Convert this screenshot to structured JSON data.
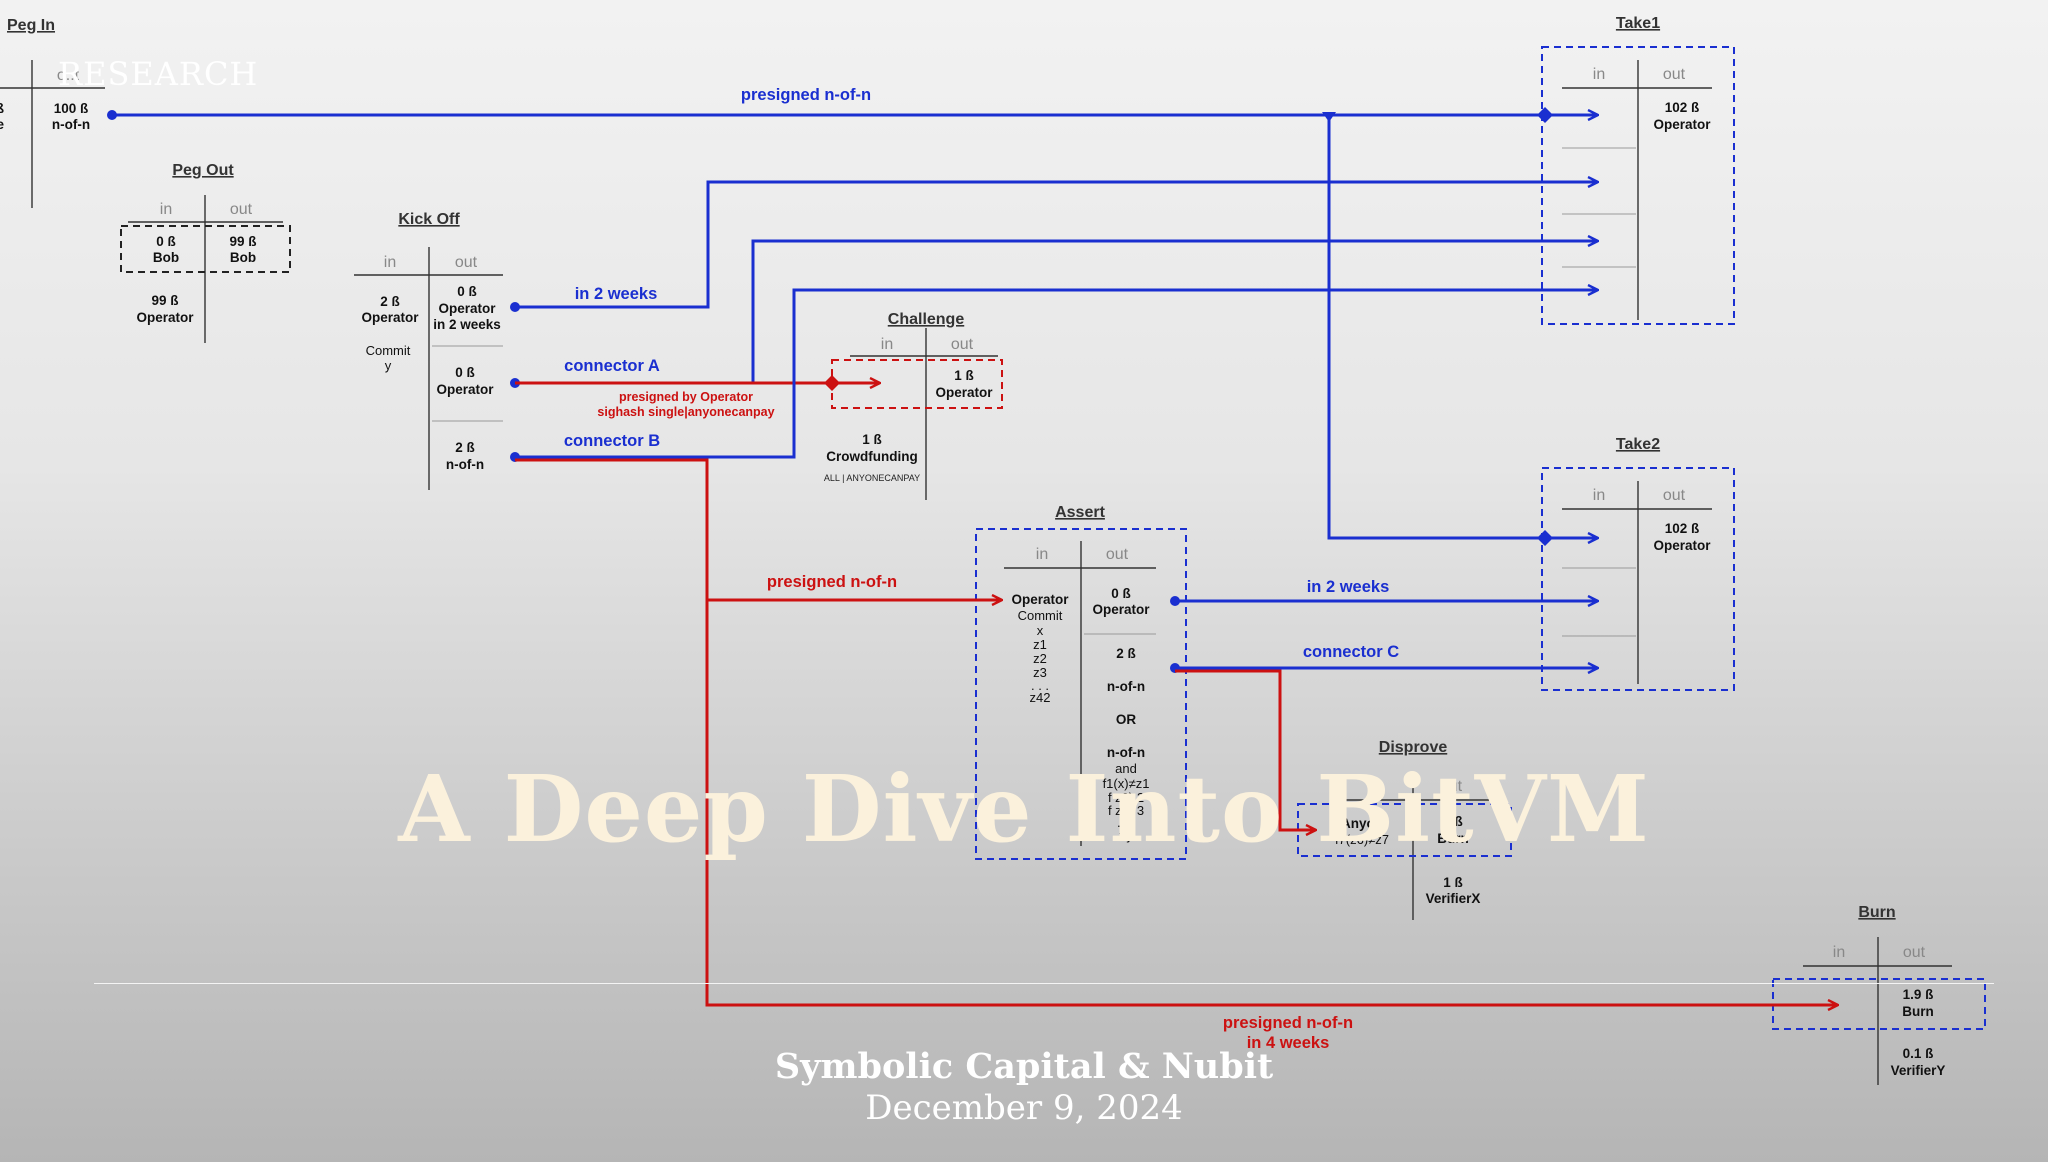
{
  "brand": "RESEARCH",
  "title": "A Deep Dive Into BitVM",
  "authors": "Symbolic Capital & Nubit",
  "date": "December 9, 2024",
  "colors": {
    "blue": "#1a2fd0",
    "red": "#cc1111",
    "title": "#fbf1dc"
  },
  "col_in": "in",
  "col_out": "out",
  "tx": {
    "pegin": {
      "title": "Peg In",
      "in_left1": "ß",
      "in_left2": "e",
      "out_value": "100 ß",
      "out_owner": "n-of-n",
      "out_hdr_partial": "o..t"
    },
    "pegout": {
      "title": "Peg Out",
      "in1_value": "0 ß",
      "in1_owner": "Bob",
      "out1_value": "99 ß",
      "out1_owner": "Bob",
      "in2_value": "99 ß",
      "in2_owner": "Operator"
    },
    "kickoff": {
      "title": "Kick Off",
      "in_value": "2 ß",
      "in_owner": "Operator",
      "commit": "Commit",
      "commit_var": "y",
      "out1_value": "0 ß",
      "out1_owner": "Operator",
      "out1_note": "in 2 weeks",
      "out2_value": "0 ß",
      "out2_owner": "Operator",
      "out3_value": "2 ß",
      "out3_owner": "n-of-n"
    },
    "challenge": {
      "title": "Challenge",
      "out_value": "1 ß",
      "out_owner": "Operator",
      "in2_value": "1 ß",
      "in2_owner": "Crowdfunding",
      "in2_note": "ALL | ANYONECANPAY"
    },
    "assert": {
      "title": "Assert",
      "in_owner": "Operator",
      "commit": "Commit",
      "commit_vars": [
        "x",
        "z1",
        "z2",
        "z3",
        ". . .",
        "z42"
      ],
      "out1_value": "0 ß",
      "out1_owner": "Operator",
      "out2_value": "2 ß",
      "out2_lines": [
        "n-of-n",
        "OR",
        "n-of-n"
      ],
      "out2_and": "and",
      "out2_conds": [
        "f1(x)≠z1",
        "f  z2)  2",
        "f  z2)  3",
        ". . .",
        "f      y"
      ]
    },
    "disprove": {
      "title": "Disprove",
      "in_text": "Anyon",
      "in_sub": "f7(z6)≠z7",
      "out1_value": "1 ß",
      "out1_owner": "Burn",
      "out2_value": "1 ß",
      "out2_owner": "VerifierX"
    },
    "take1": {
      "title": "Take1",
      "out_value": "102 ß",
      "out_owner": "Operator"
    },
    "take2": {
      "title": "Take2",
      "out_value": "102 ß",
      "out_owner": "Operator"
    },
    "burn": {
      "title": "Burn",
      "out1_value": "1.9 ß",
      "out1_owner": "Burn",
      "out2_value": "0.1 ß",
      "out2_owner": "VerifierY"
    }
  },
  "edges": {
    "presigned_top": "presigned n-of-n",
    "kick_in2weeks": "in 2 weeks",
    "connector_a": "connector A",
    "presigned_operator": "presigned by Operator",
    "sighash": "sighash single|anyonecanpay",
    "connector_b": "connector B",
    "presigned_assert": "presigned n-of-n",
    "assert_in2weeks": "in 2 weeks",
    "connector_c": "connector C",
    "presigned_burn": "presigned n-of-n",
    "burn_delay": "in 4 weeks"
  }
}
